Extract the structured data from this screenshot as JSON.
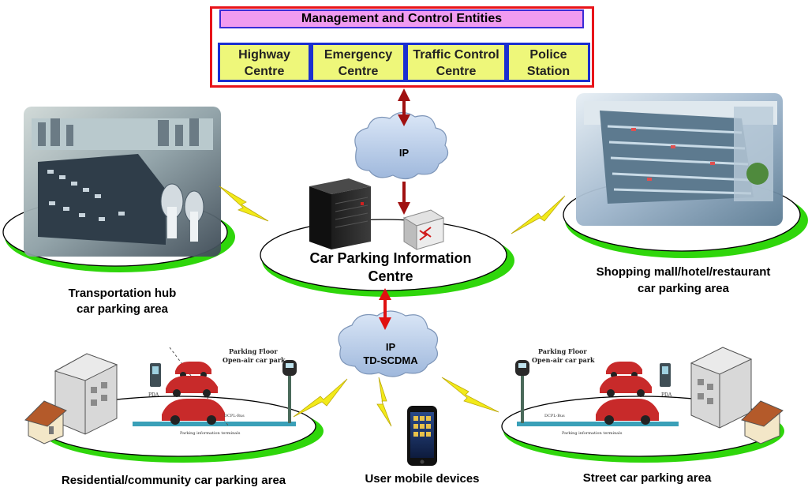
{
  "management": {
    "title": "Management and Control Entities",
    "entities": [
      {
        "label": "Highway\nCentre"
      },
      {
        "label": "Emergency\nCentre"
      },
      {
        "label": "Traffic Control\nCentre"
      },
      {
        "label": "Police\nStation"
      }
    ]
  },
  "cloud_ip_top": "IP",
  "cloud_ip_bottom_line1": "IP",
  "cloud_ip_bottom_line2": "TD-SCDMA",
  "centre_label": "Car Parking Information\nCentre",
  "areas": {
    "transport": "Transportation hub\ncar parking area",
    "shopping": "Shopping mall/hotel/restaurant\ncar parking area",
    "residential": "Residential/community car parking area",
    "mobile": "User mobile devices",
    "street": "Street car parking area"
  },
  "parking_scene": {
    "floor_label": "Parking Floor",
    "openair_label": "Open-air car park",
    "pda_label": "PDA",
    "bus_label": "DCPL-Bus",
    "terminal_label": "Parking information terminals"
  },
  "colors": {
    "frame_red": "#e8141a",
    "title_fill": "#f19bf0",
    "entity_fill": "#eef77a",
    "entity_border": "#1a2fd0",
    "ellipse_green": "#2fd60b",
    "arrow_dark_red": "#a01010",
    "arrow_red": "#e01010",
    "lightning": "#f2ea1a",
    "cloud_fill": "#bfd2ec"
  }
}
